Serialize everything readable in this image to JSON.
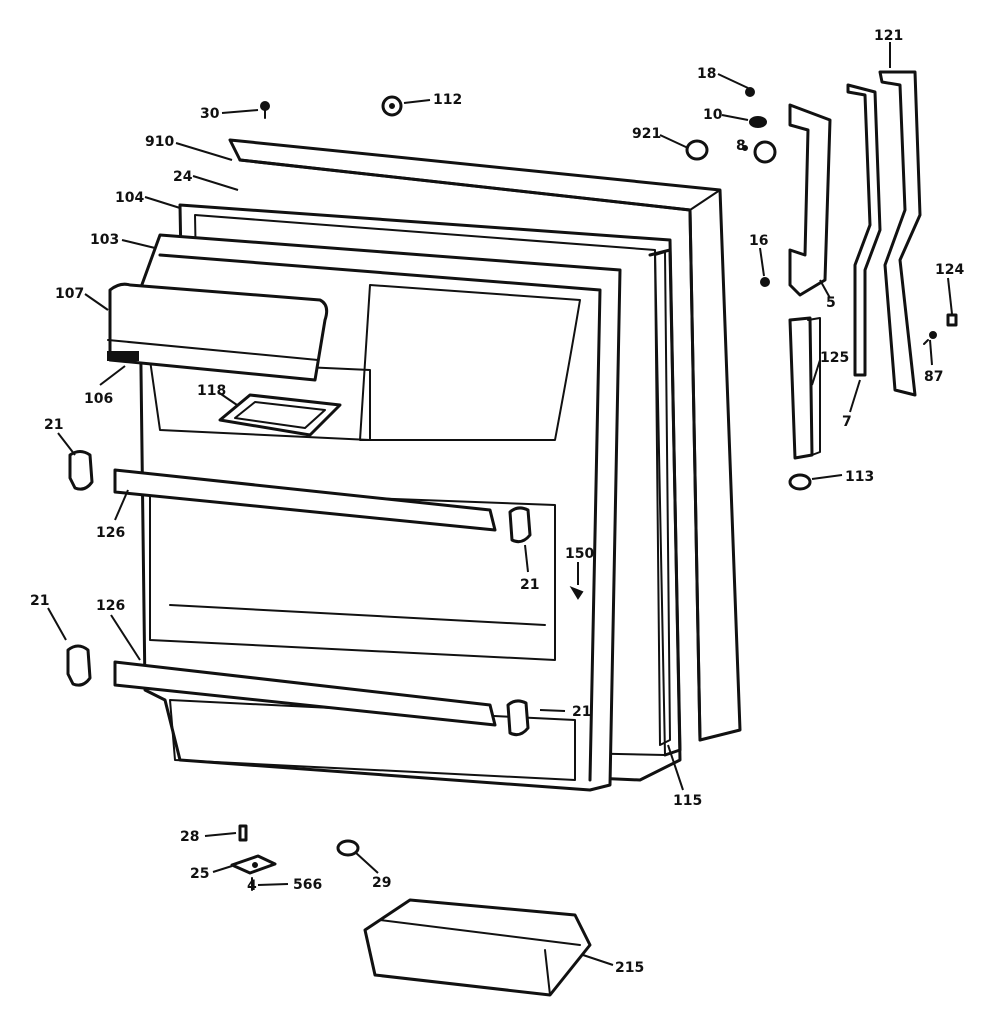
{
  "callouts": {
    "c30": "30",
    "c112": "112",
    "c910": "910",
    "c24": "24",
    "c104": "104",
    "c103": "103",
    "c107": "107",
    "c106": "106",
    "c118": "118",
    "c21a": "21",
    "c126a": "126",
    "c21b": "21",
    "c150": "150",
    "c21c": "21",
    "c126b": "126",
    "c21d": "21",
    "c115": "115",
    "c18": "18",
    "c10": "10",
    "c921": "921",
    "c8": "8",
    "c121": "121",
    "c16": "16",
    "c5": "5",
    "c124": "124",
    "c125": "125",
    "c87": "87",
    "c7": "7",
    "c113": "113",
    "c28": "28",
    "c29": "29",
    "c25": "25",
    "c4": "4",
    "c566": "566",
    "c215": "215"
  }
}
